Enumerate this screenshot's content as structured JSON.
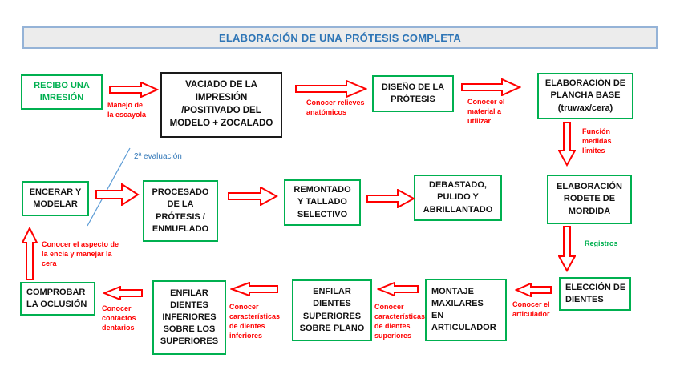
{
  "title": "ELABORACIÓN DE UNA PRÓTESIS COMPLETA",
  "colors": {
    "accent_blue": "#2E75B6",
    "green": "#00B050",
    "red": "#FF0000",
    "title_border": "#95B3D7",
    "title_fill": "#ECECEC"
  },
  "nodes": {
    "recibo": {
      "label": "RECIBO UNA\nIMRESIÓN"
    },
    "vaciado": {
      "label": "VACIADO DE LA\nIMPRESIÓN\n/POSITIVADO DEL\nMODELO + ZOCALADO"
    },
    "diseno": {
      "label": "DISEÑO DE LA\nPRÓTESIS"
    },
    "plancha": {
      "label": "ELABORACIÓN DE\nPLANCHA BASE\n(truwax/cera)"
    },
    "rodete": {
      "label": "ELABORACIÓN\nRODETE DE\nMORDIDA"
    },
    "eleccion": {
      "label": "ELECCIÓN DE\nDIENTES"
    },
    "encerar": {
      "label": "ENCERAR Y\nMODELAR"
    },
    "procesado": {
      "label": "PROCESADO\nDE LA\nPRÓTESIS /\nENMUFLADO"
    },
    "remontado": {
      "label": "REMONTADO\nY TALLADO\nSELECTIVO"
    },
    "debastado": {
      "label": "DEBASTADO,\nPULIDO Y\nABRILLANTADO"
    },
    "comprobar": {
      "label": "COMPROBAR\nLA OCLUSIÓN"
    },
    "enfilar_inf": {
      "label": "ENFILAR\nDIENTES\nINFERIORES\nSOBRE LOS\nSUPERIORES"
    },
    "enfilar_sup": {
      "label": "ENFILAR\nDIENTES\nSUPERIORES\nSOBRE PLANO"
    },
    "montaje": {
      "label": "MONTAJE\nMAXILARES\nEN\nARTICULADOR"
    }
  },
  "labels": {
    "manejo": "Manejo de\nla escayola",
    "relieves": "Conocer relieves\nanatómicos",
    "material": "Conocer el\nmaterial a\nutilizar",
    "funcion": "Función\nmedidas\nlímites",
    "registros": "Registros",
    "articulador": "Conocer el\narticulador",
    "dientes_sup": "Conocer\ncaracterísticas\nde dientes\nsuperiores",
    "dientes_inf": "Conocer\ncaracterísticas\nde dientes\ninferiores",
    "contactos": "Conocer\ncontactos\ndentarios",
    "encia": "Conocer el aspecto de\nla encía y manejar la\ncera",
    "evaluacion": "2ª evaluación"
  }
}
